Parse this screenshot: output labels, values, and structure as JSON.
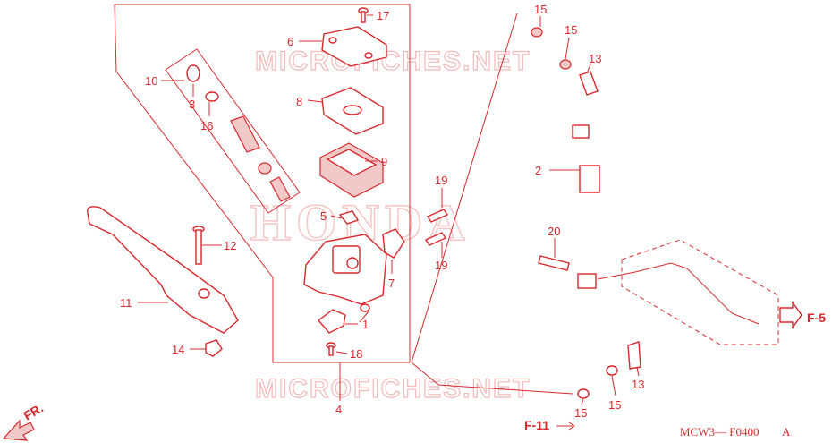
{
  "watermarks": {
    "site_top": "MICROFICHES.NET",
    "site_bottom": "MICROFICHES.NET",
    "brand": "HONDA"
  },
  "callouts": {
    "p1": "1",
    "p2": "2",
    "p3": "3",
    "p4": "4",
    "p5": "5",
    "p6": "6",
    "p7": "7",
    "p8": "8",
    "p9": "9",
    "p10": "10",
    "p11": "11",
    "p12": "12",
    "p13a": "13",
    "p13b": "13",
    "p14": "14",
    "p15a": "15",
    "p15b": "15",
    "p15c": "15",
    "p15d": "15",
    "p16": "16",
    "p17": "17",
    "p18": "18",
    "p19a": "19",
    "p19b": "19",
    "p20": "20"
  },
  "references": {
    "f5": "F-5",
    "f11": "F-11",
    "fr": "FR."
  },
  "diagram_code": "MCW3— F0400",
  "diagram_suffix": "A",
  "colors": {
    "line": "#d8282c",
    "watermark": "#f3b9b9"
  }
}
